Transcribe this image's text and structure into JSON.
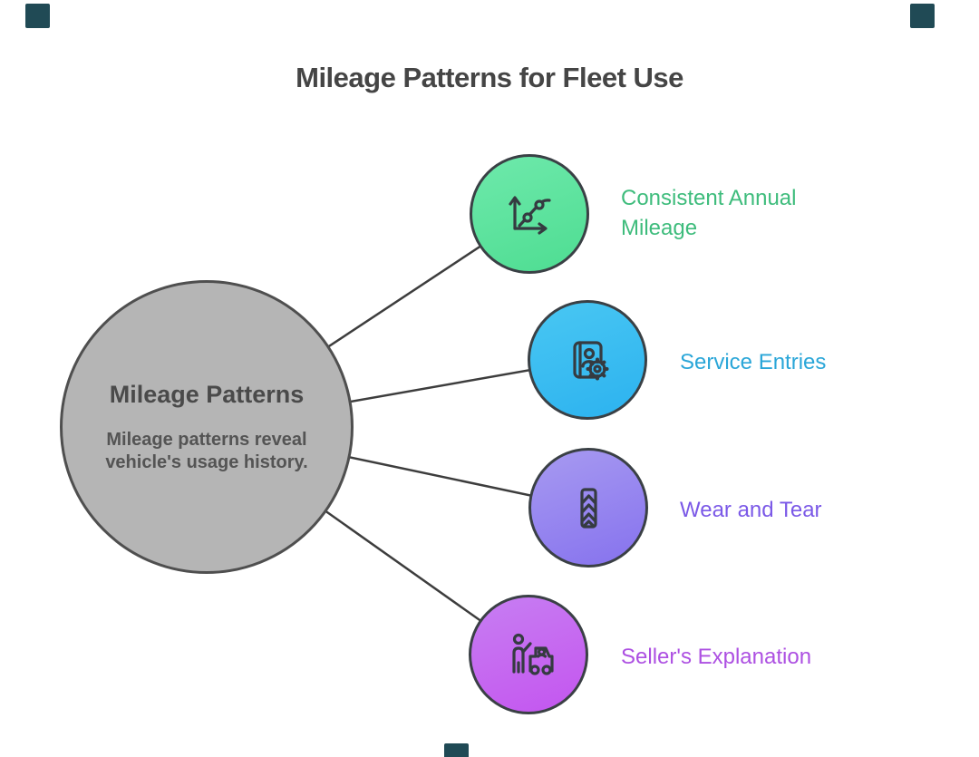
{
  "canvas": {
    "background": "#ffffff"
  },
  "title": {
    "text": "Mileage Patterns for Fleet Use",
    "color": "#454545"
  },
  "center_node": {
    "title": "Mileage Patterns",
    "description_line1": "Mileage patterns reveal",
    "description_line2": "vehicle's usage history.",
    "fill": "#b5b5b5",
    "border_color": "#4f4f4f",
    "title_color": "#4a4a4a",
    "description_color": "#545454"
  },
  "connector_color": "#3d3d3d",
  "nodes": [
    {
      "label": "Consistent Annual Mileage",
      "label_color": "#3ebc7c",
      "icon": "line-chart-icon",
      "gradient_start": "#6ee9ab",
      "gradient_end": "#4edd92",
      "outline_color": "#3a4045"
    },
    {
      "label": "Service Entries",
      "label_color": "#2aa6d8",
      "icon": "service-book-gear-icon",
      "gradient_start": "#49c7f3",
      "gradient_end": "#2cb2ef",
      "outline_color": "#3a4045"
    },
    {
      "label": "Wear and Tear",
      "label_color": "#7b59e7",
      "icon": "tire-tread-icon",
      "gradient_start": "#a79af1",
      "gradient_end": "#8672ee",
      "outline_color": "#3a4045"
    },
    {
      "label": "Seller's Explanation",
      "label_color": "#ad50e2",
      "icon": "person-car-icon",
      "gradient_start": "#c77ef2",
      "gradient_end": "#c455ef",
      "outline_color": "#3a4045"
    }
  ],
  "selection_handles": {
    "color": "#204a55",
    "positions": [
      "top-left",
      "top-right",
      "bottom-center"
    ]
  }
}
